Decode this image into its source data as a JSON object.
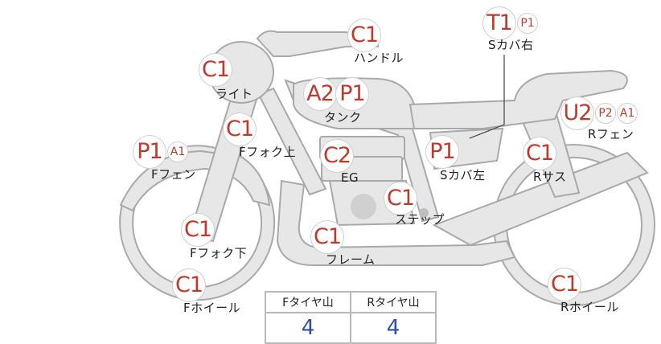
{
  "parts": [
    {
      "id": "handle",
      "name": "ハンドル",
      "codes": [
        "C1"
      ]
    },
    {
      "id": "s-cover-right",
      "name": "Sカバ右",
      "codes": [
        "T1",
        "P1"
      ]
    },
    {
      "id": "light",
      "name": "ライト",
      "codes": [
        "C1"
      ]
    },
    {
      "id": "tank",
      "name": "タンク",
      "codes": [
        "A2",
        "P1"
      ]
    },
    {
      "id": "r-fender",
      "name": "Rフェン",
      "codes": [
        "U2",
        "P2",
        "A1"
      ]
    },
    {
      "id": "f-fork-upper",
      "name": "Fフォク上",
      "codes": [
        "C1"
      ]
    },
    {
      "id": "f-fender",
      "name": "Fフェン",
      "codes": [
        "P1",
        "A1"
      ]
    },
    {
      "id": "engine",
      "name": "EG",
      "codes": [
        "C2"
      ]
    },
    {
      "id": "s-cover-left",
      "name": "Sカバ左",
      "codes": [
        "P1"
      ]
    },
    {
      "id": "r-suspension",
      "name": "Rサス",
      "codes": [
        "C1"
      ]
    },
    {
      "id": "step",
      "name": "ステップ",
      "codes": [
        "C1"
      ]
    },
    {
      "id": "f-fork-lower",
      "name": "Fフォク下",
      "codes": [
        "C1"
      ]
    },
    {
      "id": "frame",
      "name": "フレーム",
      "codes": [
        "C1"
      ]
    },
    {
      "id": "f-wheel",
      "name": "Fホイール",
      "codes": [
        "C1"
      ]
    },
    {
      "id": "r-wheel",
      "name": "Rホイール",
      "codes": [
        "C1"
      ]
    }
  ],
  "tire_table": {
    "headers": [
      "Fタイヤ山",
      "Rタイヤ山"
    ],
    "values": [
      "4",
      "4"
    ]
  },
  "colors": {
    "badge_text": "#c0392b",
    "tire_value": "#2c4fa0",
    "part_fill": "#e6e7e6",
    "part_stroke": "#a8a9aa"
  }
}
